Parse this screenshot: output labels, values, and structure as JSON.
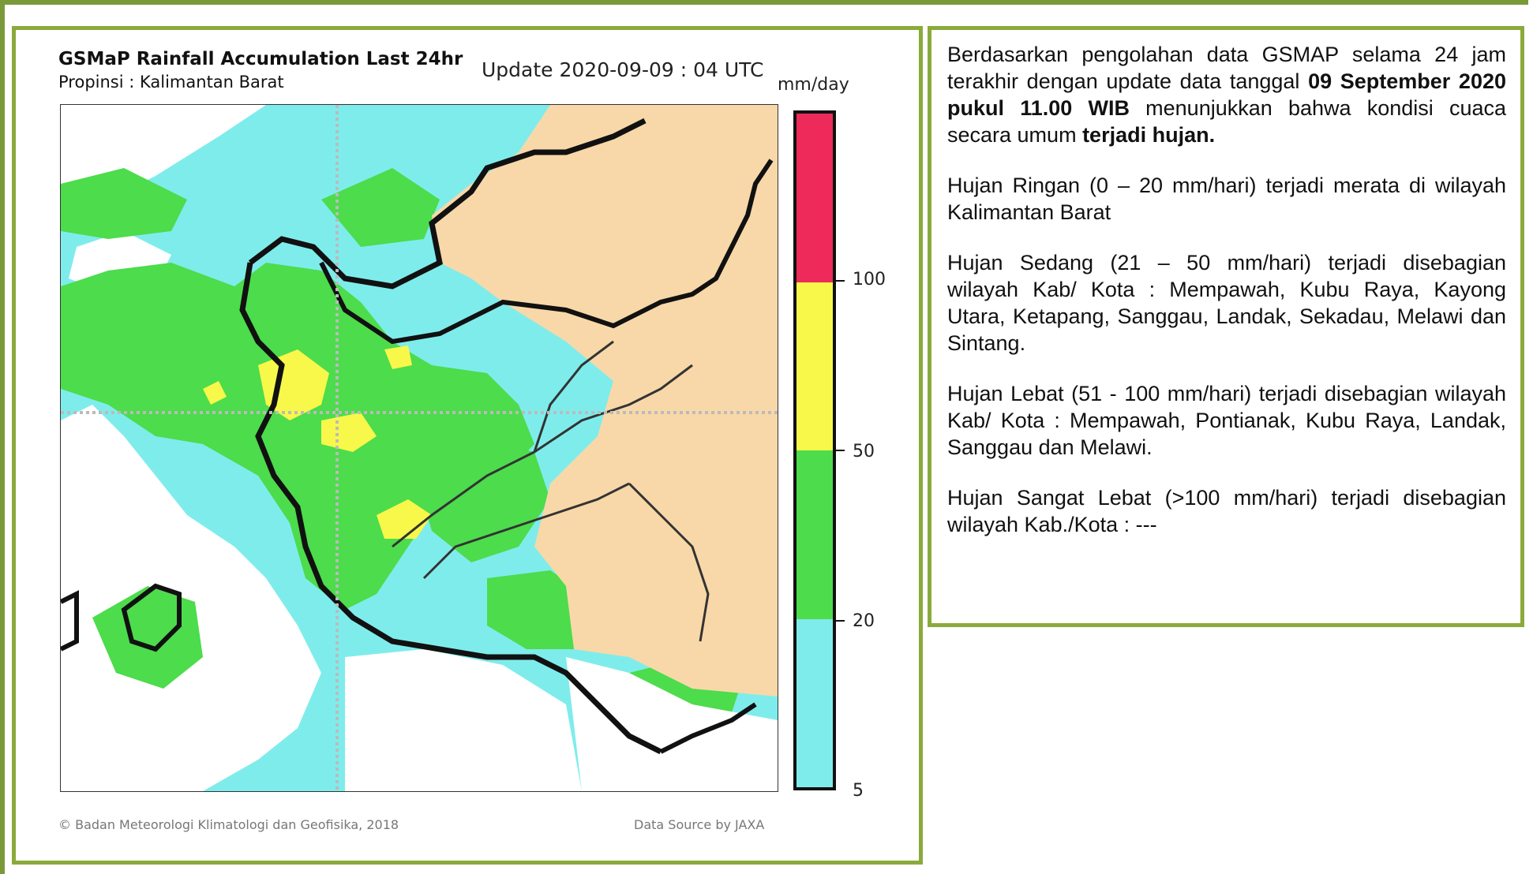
{
  "map": {
    "title": "GSMaP Rainfall Accumulation Last 24hr",
    "subtitle": "Propinsi : Kalimantan Barat",
    "update": "Update 2020-09-09 : 04 UTC",
    "unit": "mm/day",
    "credit": "© Badan Meteorologi Klimatologi dan Geofisika, 2018",
    "source": "Data Source by JAXA"
  },
  "legend": {
    "colors": {
      "light_rain": "#7fecec",
      "moderate": "#4cdc4c",
      "heavy": "#f8f84a",
      "very_heavy": "#ee2a5a",
      "land_no_data": "#f8d8a8",
      "no_rain": "#ffffff"
    },
    "ticks": [
      "100",
      "50",
      "20",
      "5"
    ]
  },
  "text": {
    "p1_a": "Berdasarkan pengolahan data GSMAP selama 24 jam terakhir dengan update data tanggal ",
    "p1_b": "09 September 2020 pukul 11.00 WIB",
    "p1_c": " menunjukkan bahwa kondisi cuaca secara umum ",
    "p1_d": "terjadi hujan.",
    "p2": "Hujan Ringan (0 – 20 mm/hari) terjadi merata di wilayah Kalimantan Barat",
    "p3": "Hujan Sedang (21 – 50 mm/hari) terjadi disebagian wilayah Kab/ Kota : Mempawah, Kubu Raya, Kayong Utara, Ketapang, Sanggau, Landak, Sekadau, Melawi dan Sintang.",
    "p4": "Hujan Lebat (51 - 100 mm/hari) terjadi disebagian wilayah Kab/ Kota : Mempawah, Pontianak, Kubu Raya, Landak, Sanggau dan Melawi.",
    "p5": "Hujan Sangat Lebat (>100 mm/hari) terjadi disebagian wilayah Kab./Kota : ---"
  }
}
